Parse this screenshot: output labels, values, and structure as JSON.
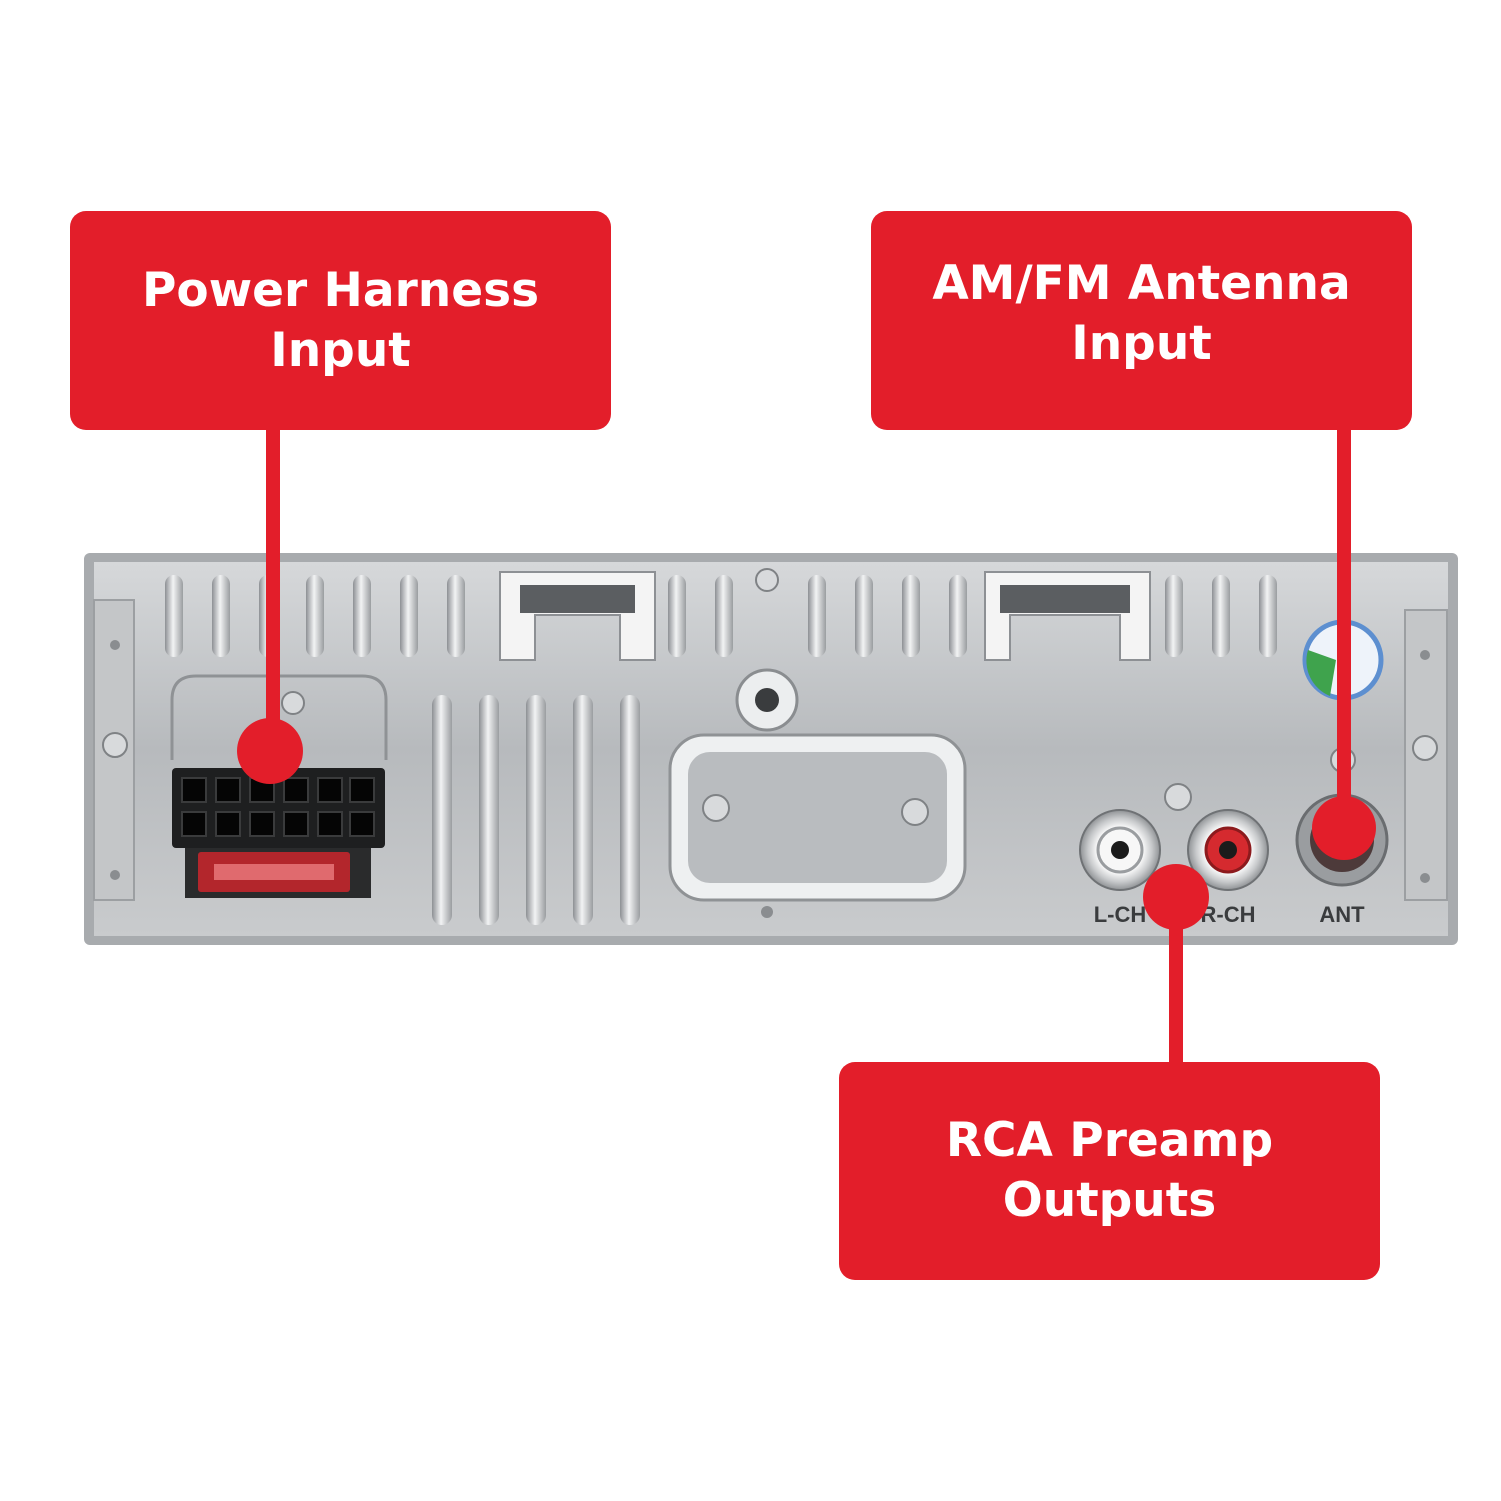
{
  "callouts": {
    "power": {
      "line1": "Power Harness",
      "line2": "Input"
    },
    "antenna": {
      "line1": "AM/FM Antenna",
      "line2": "Input"
    },
    "rca": {
      "line1": "RCA Preamp",
      "line2": "Outputs"
    }
  },
  "panel_labels": {
    "left_channel": "L-CH",
    "right_channel": "R-CH",
    "antenna": "ANT"
  },
  "colors": {
    "callout": "#e31e2a",
    "callout_text": "#ffffff",
    "chassis": "#b9bcbf"
  }
}
